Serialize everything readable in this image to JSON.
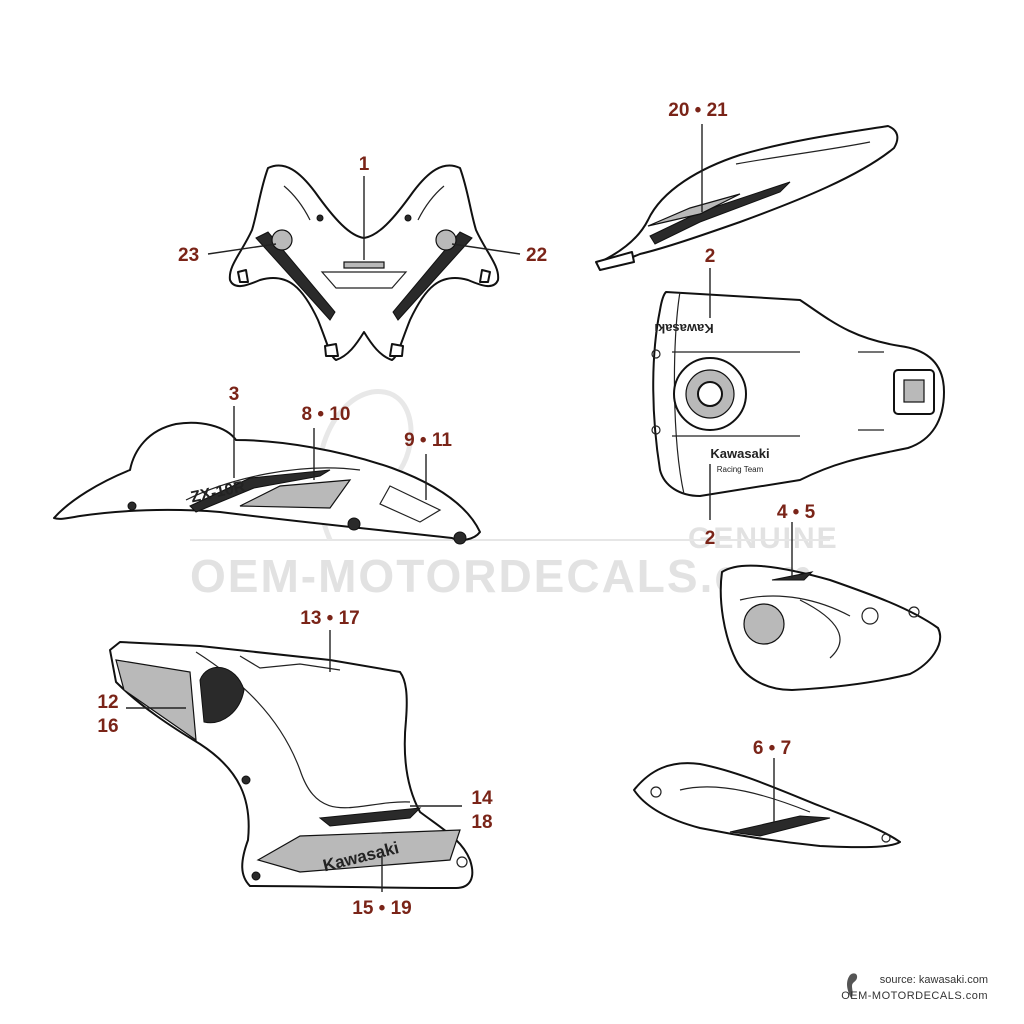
{
  "watermark": {
    "site": "OEM-MOTORDECALS.com",
    "badge": "GENUINE"
  },
  "footer": {
    "source": "source: kawasaki.com",
    "site": "OEM-MOTORDECALS.com"
  },
  "part_text": {
    "tank_brand": "Kawasaki",
    "tank_tagline": "Racing Team",
    "lower_brand": "Kawasaki",
    "model": "ZX-10R"
  },
  "callouts": [
    {
      "id": "c1",
      "text": "1"
    },
    {
      "id": "c22",
      "text": "22"
    },
    {
      "id": "c23",
      "text": "23"
    },
    {
      "id": "c2021",
      "text": "20 • 21"
    },
    {
      "id": "c2a",
      "text": "2"
    },
    {
      "id": "c2b",
      "text": "2"
    },
    {
      "id": "c3",
      "text": "3"
    },
    {
      "id": "c810",
      "text": "8 • 10"
    },
    {
      "id": "c911",
      "text": "9 • 11"
    },
    {
      "id": "c45",
      "text": "4 • 5"
    },
    {
      "id": "c1317",
      "text": "13 • 17"
    },
    {
      "id": "c12",
      "text": "12"
    },
    {
      "id": "c16",
      "text": "16"
    },
    {
      "id": "c14",
      "text": "14"
    },
    {
      "id": "c18",
      "text": "18"
    },
    {
      "id": "c1519",
      "text": "15 • 19"
    },
    {
      "id": "c67",
      "text": "6 • 7"
    }
  ]
}
